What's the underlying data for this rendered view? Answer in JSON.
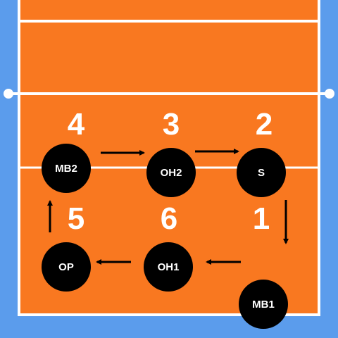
{
  "colors": {
    "surround": "#5b9cec",
    "court": "#f97820",
    "lines": "#ffffff",
    "player": "#000000",
    "arrow": "#000000"
  },
  "positions": [
    {
      "number": "4",
      "player": "MB2"
    },
    {
      "number": "3",
      "player": "OH2"
    },
    {
      "number": "2",
      "player": "S"
    },
    {
      "number": "5",
      "player": "OP"
    },
    {
      "number": "6",
      "player": "OH1"
    },
    {
      "number": "1",
      "player": "MB1"
    }
  ],
  "rotation_arrows": [
    {
      "from": "MB2",
      "to": "OH2",
      "direction": "right"
    },
    {
      "from": "OH2",
      "to": "S",
      "direction": "right"
    },
    {
      "from": "S",
      "to": "MB1",
      "direction": "down"
    },
    {
      "from": "MB1",
      "to": "OH1",
      "direction": "left"
    },
    {
      "from": "OH1",
      "to": "OP",
      "direction": "left"
    },
    {
      "from": "OP",
      "to": "MB2",
      "direction": "up"
    }
  ]
}
